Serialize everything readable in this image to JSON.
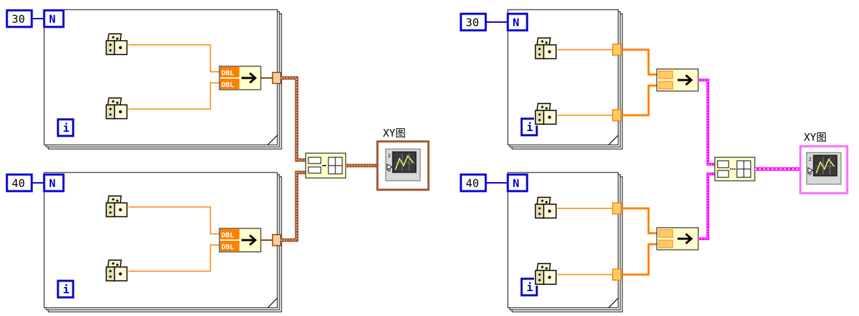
{
  "left": {
    "loops": [
      {
        "count": "30",
        "count_terminal": "N",
        "index_terminal": "i"
      },
      {
        "count": "40",
        "count_terminal": "N",
        "index_terminal": "i"
      }
    ],
    "bundle_type_labels": [
      "DBL",
      "DBL"
    ],
    "graph_label": "XY图"
  },
  "right": {
    "loops": [
      {
        "count": "30",
        "count_terminal": "N",
        "index_terminal": "i"
      },
      {
        "count": "40",
        "count_terminal": "N",
        "index_terminal": "i"
      }
    ],
    "graph_label": "XY图"
  },
  "colors": {
    "terminal_blue": "#0000cc",
    "dbl_wire": "#ff8000",
    "cluster_array_wire": "#a0522d",
    "cluster_wire_pink": "#ff00ff",
    "node_fill": "#ffffcc"
  },
  "icons": [
    "dice-random-icon",
    "bundle-icon",
    "build-array-icon",
    "xy-graph-icon"
  ]
}
